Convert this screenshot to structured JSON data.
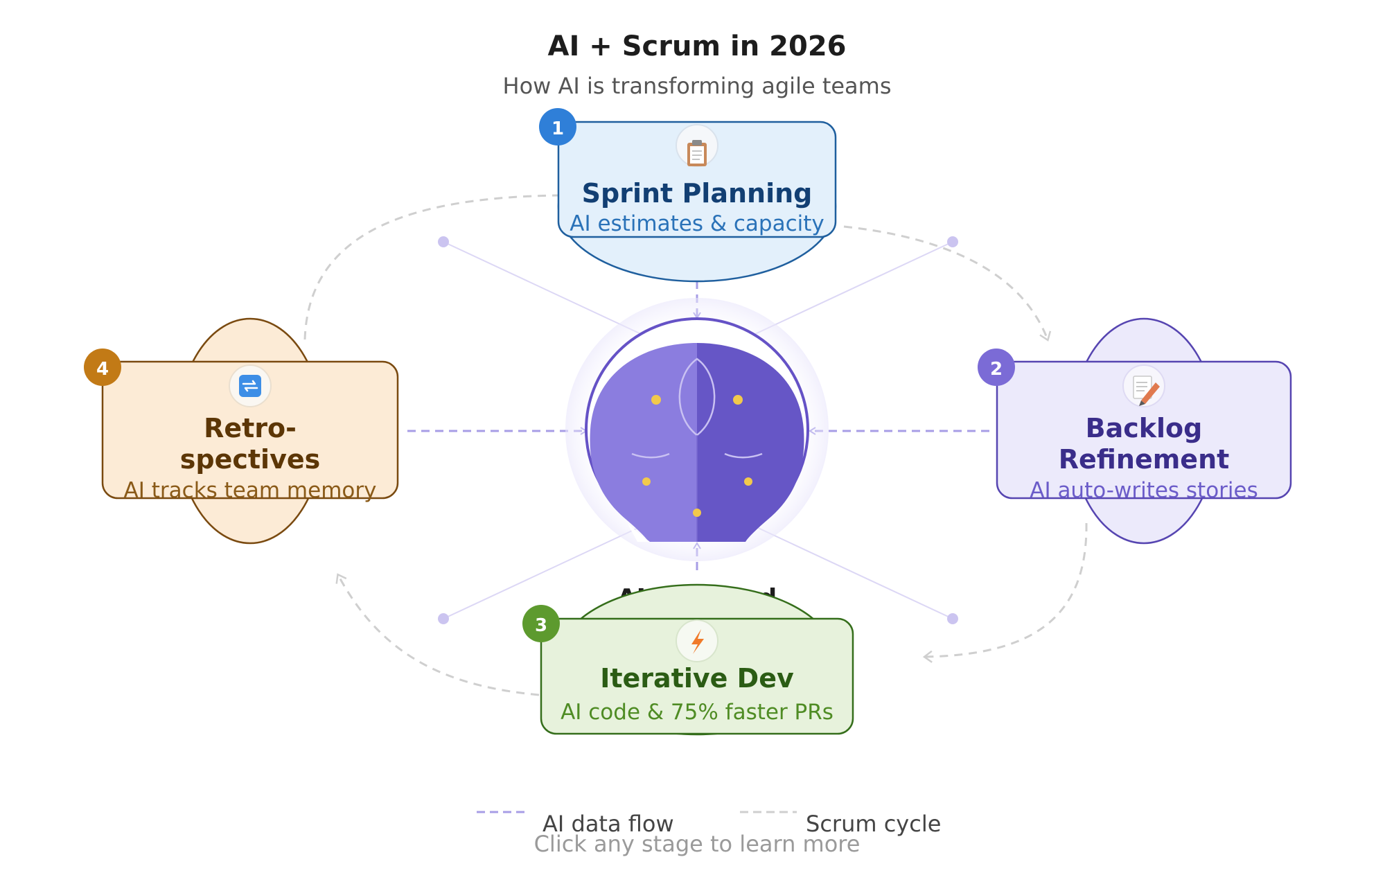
{
  "header": {
    "title": "AI + Scrum in 2026",
    "subtitle": "How AI is transforming agile teams"
  },
  "center": {
    "label": "AI Powered"
  },
  "stages": [
    {
      "number": "1",
      "title": "Sprint Planning",
      "title_line2": "",
      "desc": "AI estimates & capacity",
      "icon": "clipboard-icon",
      "color": "#2f7fd8"
    },
    {
      "number": "2",
      "title": "Backlog",
      "title_line2": "Refinement",
      "desc": "AI auto-writes stories",
      "icon": "memo-pencil-icon",
      "color": "#7b6bd6"
    },
    {
      "number": "3",
      "title": "Iterative Dev",
      "title_line2": "",
      "desc": "AI code & 75% faster PRs",
      "icon": "lightning-icon",
      "color": "#5d9a2e"
    },
    {
      "number": "4",
      "title": "Retro-",
      "title_line2": "spectives",
      "desc": "AI tracks team memory",
      "icon": "repeat-icon",
      "color": "#c27a16"
    }
  ],
  "legend": {
    "ai_flow": "AI data flow",
    "scrum_cycle": "Scrum cycle"
  },
  "footer": {
    "hint": "Click any stage to learn more"
  },
  "colors": {
    "ai_purple": "#8c7fe0",
    "scrum_gray": "#cccccc"
  }
}
